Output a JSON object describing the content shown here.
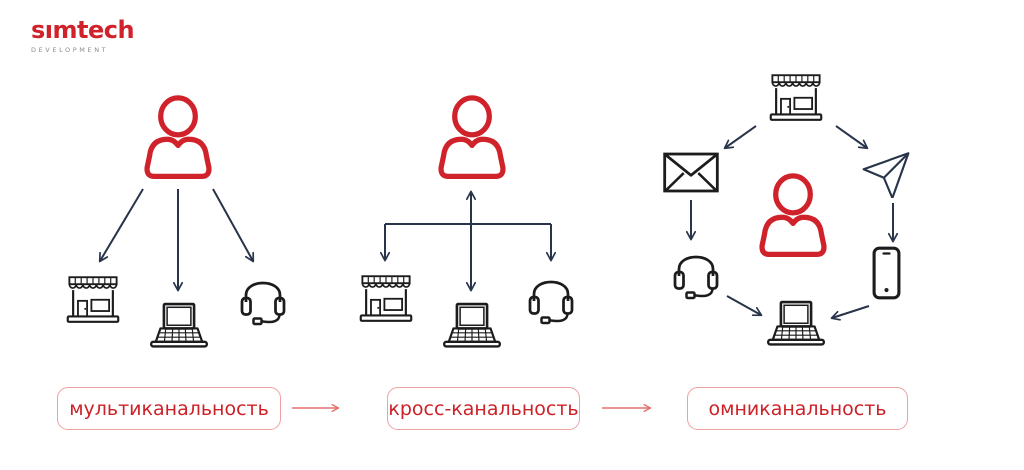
{
  "logo": {
    "brand": "sımtech",
    "subtitle": "DEVELOPMENT"
  },
  "stages": [
    {
      "id": "multichannel",
      "label": "мультиканальность",
      "actor": "customer-icon",
      "channels": [
        "store-icon",
        "laptop-icon",
        "headset-icon"
      ]
    },
    {
      "id": "cross-channel",
      "label": "кросс-канальность",
      "actor": "customer-icon",
      "channels": [
        "store-icon",
        "laptop-icon",
        "headset-icon"
      ]
    },
    {
      "id": "omnichannel",
      "label": "омниканальность",
      "actor": "customer-icon",
      "channels": [
        "store-icon",
        "email-icon",
        "paper-plane-icon",
        "headset-icon",
        "smartphone-icon",
        "laptop-icon"
      ]
    }
  ],
  "colors": {
    "brand_red": "#d0222a",
    "label_text": "#cc2127",
    "box_border": "#f0a0a0",
    "label_arrow": "#e2706e",
    "diagram_arrow": "#28344a",
    "icon_ink": "#1c1c1e",
    "subtitle_gray": "#8b8b8b",
    "background": "#ffffff"
  }
}
